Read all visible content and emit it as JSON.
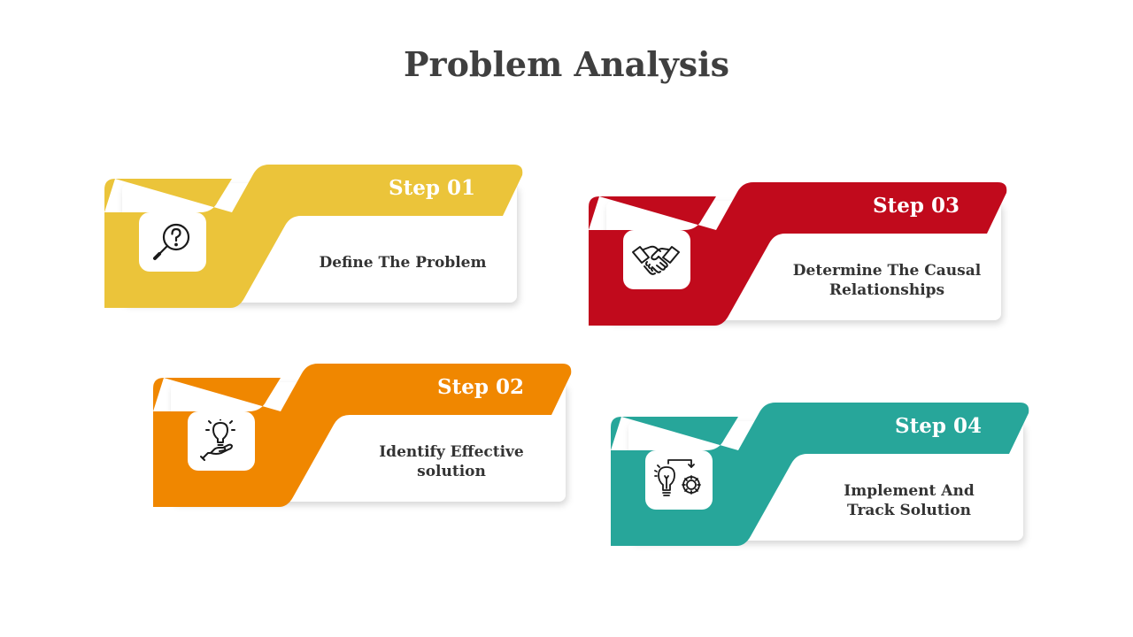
{
  "title": "Problem Analysis",
  "steps": [
    {
      "label": "Step 01",
      "text": "Define The Problem",
      "color": "#EBC43A",
      "icon": "magnifier-question-icon"
    },
    {
      "label": "Step 02",
      "text": "Identify Effective\nsolution",
      "color": "#F08700",
      "icon": "hand-lightbulb-icon"
    },
    {
      "label": "Step 03",
      "text": "Determine The Causal\nRelationships",
      "color": "#C10A1C",
      "icon": "handshake-icon"
    },
    {
      "label": "Step 04",
      "text": "Implement And\nTrack Solution",
      "color": "#27A69A",
      "icon": "lightbulb-gear-icon"
    }
  ]
}
